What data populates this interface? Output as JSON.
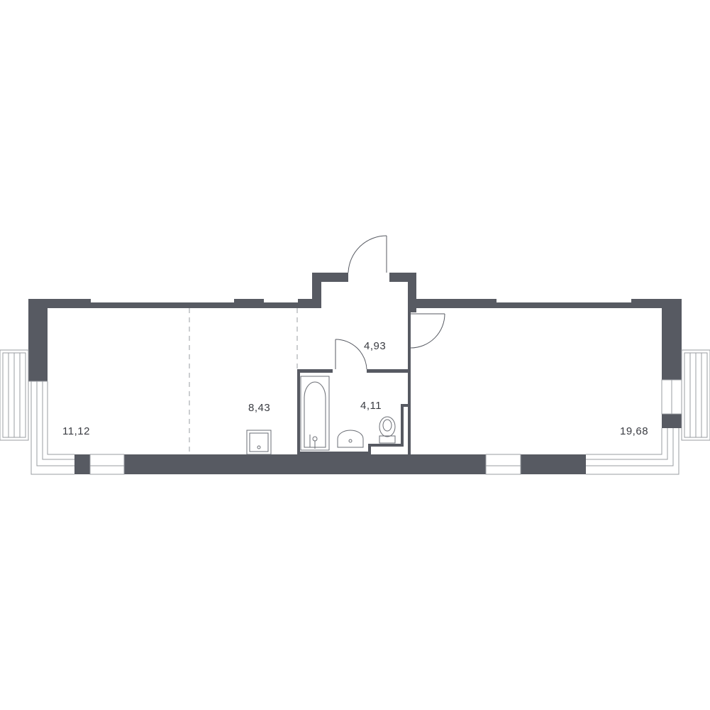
{
  "rooms": [
    {
      "id": "living-room",
      "area": "19,68"
    },
    {
      "id": "bedroom",
      "area": "11,12"
    },
    {
      "id": "kitchen",
      "area": "8,43"
    },
    {
      "id": "hallway",
      "area": "4,93"
    },
    {
      "id": "bathroom",
      "area": "4,11"
    }
  ],
  "colors": {
    "wall": "#575a62",
    "window": "#9a9ca2",
    "background": "#ffffff"
  }
}
